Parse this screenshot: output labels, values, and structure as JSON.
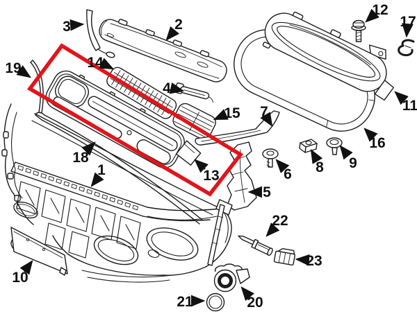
{
  "diagram": {
    "type": "exploded-parts-diagram",
    "subject": "front-bumper-grille-assembly",
    "background_color": "#ffffff",
    "line_color": "#1b1b1b",
    "label_color": "#0f0f0f",
    "highlight": {
      "shape": "rotated-rectangle",
      "color": "#e0151b"
    },
    "callouts": [
      {
        "num": "1"
      },
      {
        "num": "2"
      },
      {
        "num": "3"
      },
      {
        "num": "4"
      },
      {
        "num": "5"
      },
      {
        "num": "6"
      },
      {
        "num": "7"
      },
      {
        "num": "8"
      },
      {
        "num": "9"
      },
      {
        "num": "10"
      },
      {
        "num": "11"
      },
      {
        "num": "12"
      },
      {
        "num": "13"
      },
      {
        "num": "14"
      },
      {
        "num": "15"
      },
      {
        "num": "16"
      },
      {
        "num": "17"
      },
      {
        "num": "18"
      },
      {
        "num": "19"
      },
      {
        "num": "20"
      },
      {
        "num": "21"
      },
      {
        "num": "22"
      },
      {
        "num": "23"
      }
    ]
  }
}
